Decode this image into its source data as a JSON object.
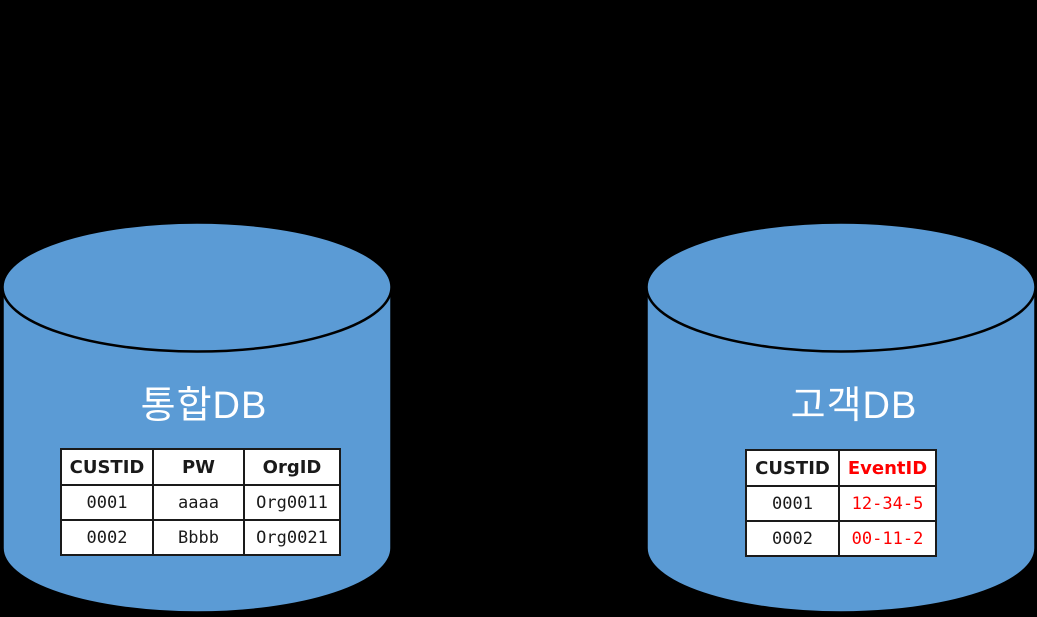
{
  "colors": {
    "background": "#000000",
    "cylinder_fill": "#5B9BD5",
    "cylinder_stroke": "#000000",
    "table_border": "#1a1a1a",
    "text_dark": "#1a1a1a",
    "text_red": "#FF0000",
    "title_white": "#FFFFFF"
  },
  "left_db": {
    "title": "통합DB",
    "table": {
      "headers": [
        "CUSTID",
        "PW",
        "OrgID"
      ],
      "rows": [
        [
          "0001",
          "aaaa",
          "Org0011"
        ],
        [
          "0002",
          "Bbbb",
          "Org0021"
        ]
      ]
    }
  },
  "right_db": {
    "title": "고객DB",
    "table": {
      "headers": [
        "CUSTID",
        "EventID"
      ],
      "rows": [
        [
          "0001",
          "12-34-5"
        ],
        [
          "0002",
          "00-11-2"
        ]
      ]
    }
  }
}
